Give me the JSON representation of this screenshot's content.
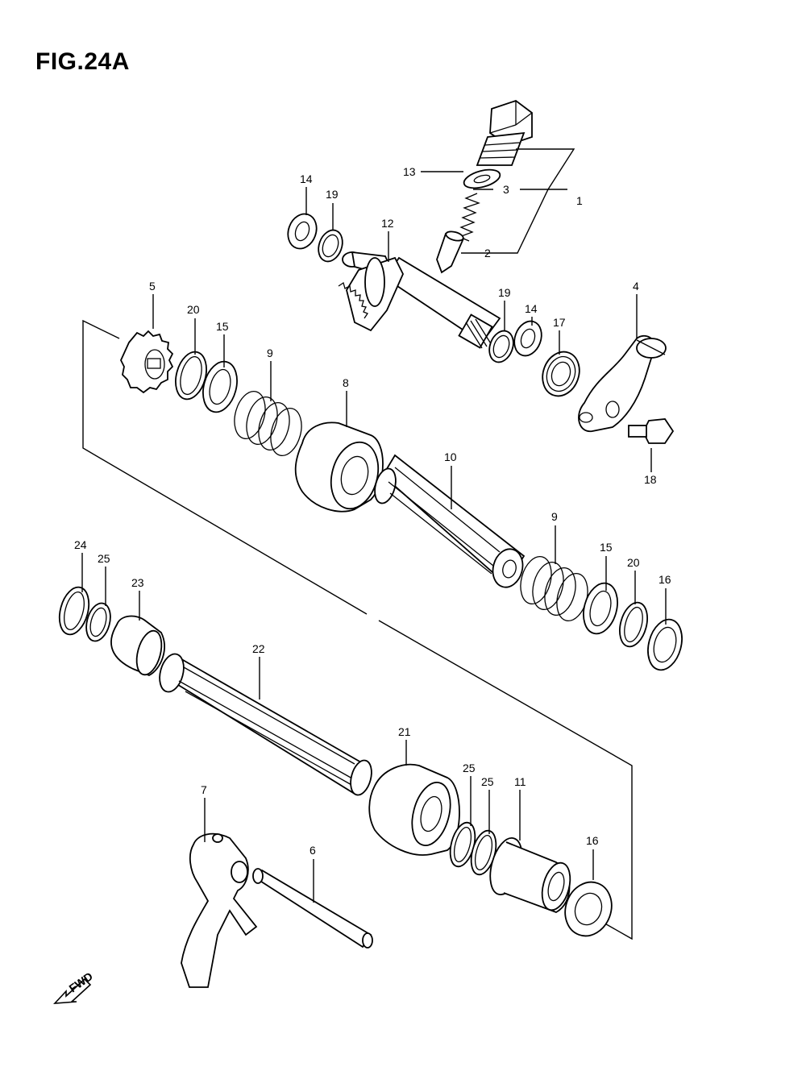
{
  "figure": {
    "title": "FIG.24A",
    "direction_label": "FWD"
  },
  "callouts": {
    "c1": "1",
    "c2": "2",
    "c3": "3",
    "c4": "4",
    "c5": "5",
    "c6": "6",
    "c7": "7",
    "c8": "8",
    "c9a": "9",
    "c9b": "9",
    "c10": "10",
    "c11": "11",
    "c12": "12",
    "c13": "13",
    "c14a": "14",
    "c14b": "14",
    "c15a": "15",
    "c15b": "15",
    "c16a": "16",
    "c16b": "16",
    "c17": "17",
    "c18": "18",
    "c19a": "19",
    "c19b": "19",
    "c20a": "20",
    "c20b": "20",
    "c21": "21",
    "c22": "22",
    "c23": "23",
    "c24": "24",
    "c25a": "25",
    "c25b": "25",
    "c25c": "25"
  }
}
